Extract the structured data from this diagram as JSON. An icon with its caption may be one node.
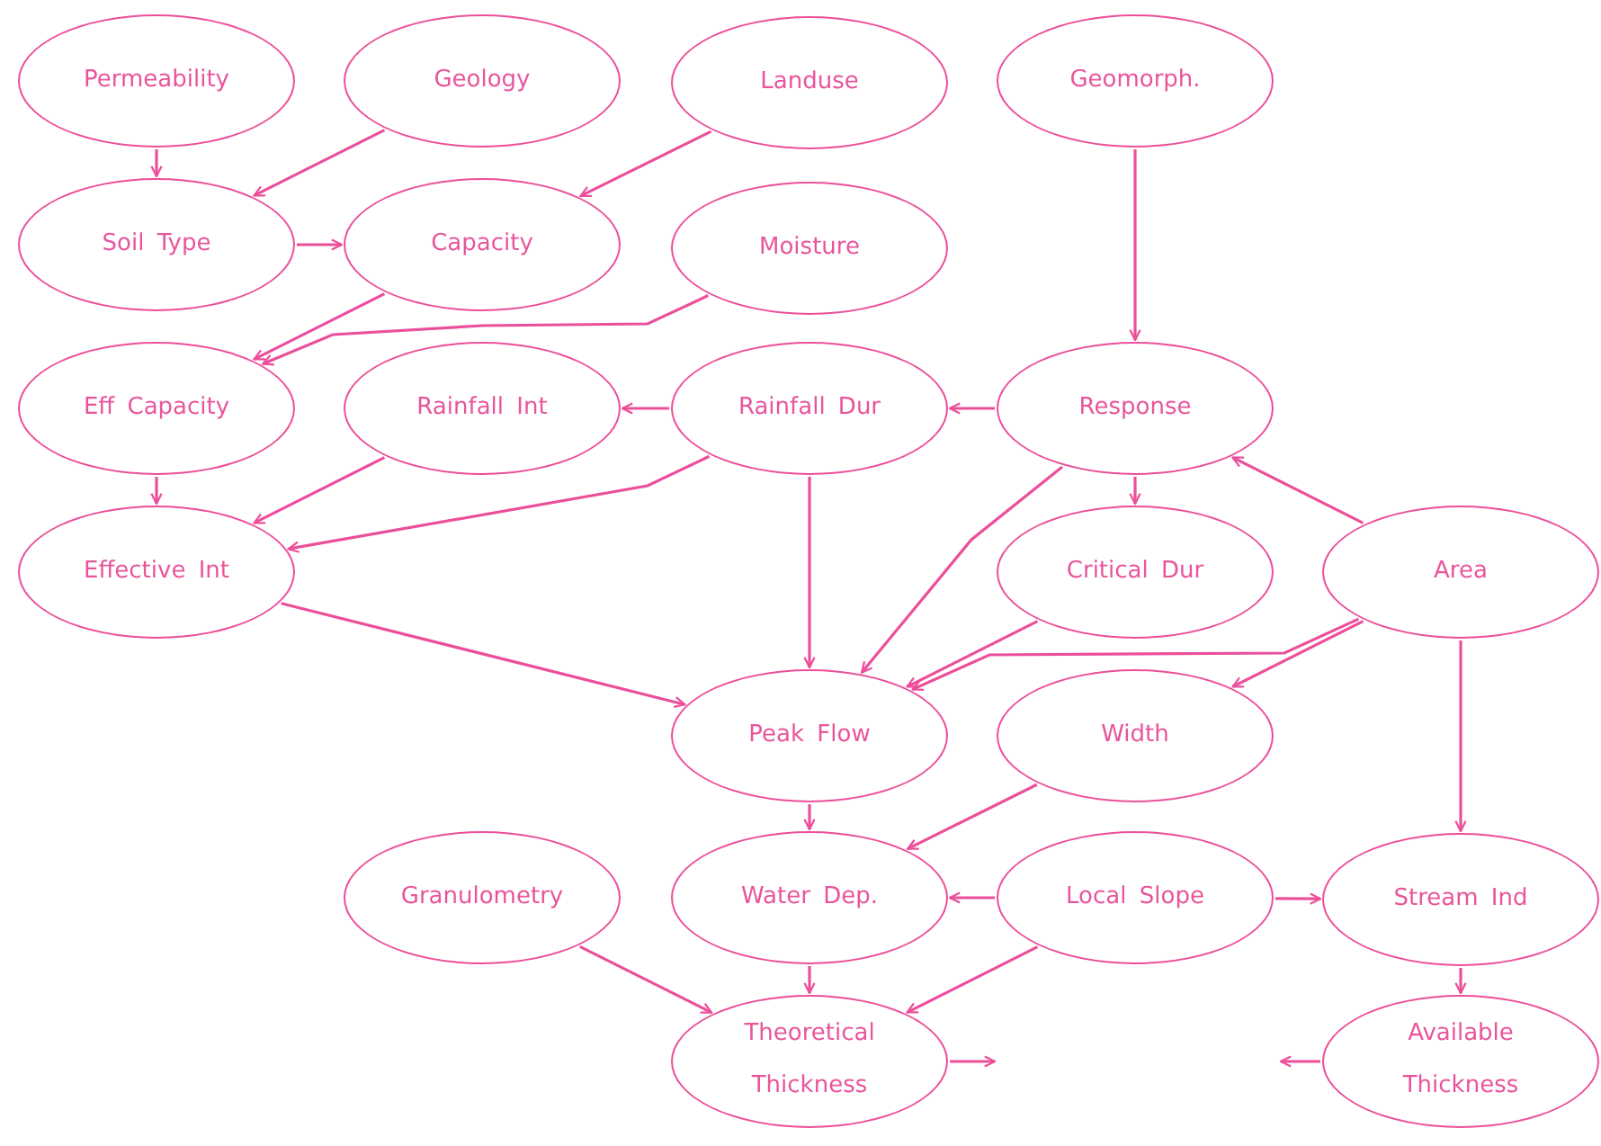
{
  "diagram": {
    "nodes": [
      {
        "text": [
          "Permeability"
        ]
      },
      {
        "text": [
          "Geology"
        ]
      },
      {
        "text": [
          "Landuse"
        ]
      },
      {
        "text": [
          "Geomorph."
        ]
      },
      {
        "text": [
          "Soil Type"
        ]
      },
      {
        "text": [
          "Capacity"
        ]
      },
      {
        "text": [
          "Moisture"
        ]
      },
      {
        "text": [
          "Eff Capacity"
        ]
      },
      {
        "text": [
          "Rainfall Int"
        ]
      },
      {
        "text": [
          "Rainfall Dur"
        ]
      },
      {
        "text": [
          "Response"
        ]
      },
      {
        "text": [
          "Effective Int"
        ]
      },
      {
        "text": [
          "Critical Dur"
        ]
      },
      {
        "text": [
          "Area"
        ]
      },
      {
        "text": [
          "Peak Flow"
        ]
      },
      {
        "text": [
          "Width"
        ]
      },
      {
        "text": [
          "Granulometry"
        ]
      },
      {
        "text": [
          "Water Dep."
        ]
      },
      {
        "text": [
          "Local Slope"
        ]
      },
      {
        "text": [
          "Stream Ind"
        ]
      },
      {
        "text": [
          "Theoretical Thickness"
        ]
      },
      {
        "text": [
          "Available Thickness"
        ]
      }
    ],
    "edges": [
      {
        "from": 0,
        "to": 4,
        "arrow": "to"
      },
      {
        "from": 1,
        "to": 4,
        "arrow": "to"
      },
      {
        "from": 2,
        "to": 5,
        "arrow": "to"
      },
      {
        "from": 4,
        "to": 5,
        "arrow": "to"
      },
      {
        "from": 5,
        "to": 7,
        "arrow": "to"
      },
      {
        "from": 6,
        "to": 7,
        "arrow": "to"
      },
      {
        "from": 3,
        "to": 10,
        "arrow": "to"
      },
      {
        "from": 10,
        "to": 9,
        "arrow": "to"
      },
      {
        "from": 9,
        "to": 8,
        "arrow": "to"
      },
      {
        "from": 7,
        "to": 11,
        "arrow": "to"
      },
      {
        "from": 8,
        "to": 11,
        "arrow": "to"
      },
      {
        "from": 9,
        "to": 11,
        "arrow": "to"
      },
      {
        "from": 9,
        "to": 14,
        "arrow": "to"
      },
      {
        "from": 10,
        "to": 14,
        "arrow": "to"
      },
      {
        "from": 10,
        "to": 12,
        "arrow": "to"
      },
      {
        "from": 13,
        "to": 10,
        "arrow": "to"
      },
      {
        "from": 12,
        "to": 14,
        "arrow": "to"
      },
      {
        "from": 13,
        "to": 14,
        "arrow": "to"
      },
      {
        "from": 13,
        "to": 15,
        "arrow": "to"
      },
      {
        "from": 13,
        "to": 19,
        "arrow": "to"
      },
      {
        "from": 11,
        "to": 14,
        "arrow": "to"
      },
      {
        "from": 14,
        "to": 17,
        "arrow": "to"
      },
      {
        "from": 15,
        "to": 17,
        "arrow": "to"
      },
      {
        "from": 18,
        "to": 17,
        "arrow": "to"
      },
      {
        "from": 18,
        "to": 19,
        "arrow": "to"
      },
      {
        "from": 16,
        "to": 20,
        "arrow": "to"
      },
      {
        "from": 17,
        "to": 20,
        "arrow": "to"
      },
      {
        "from": 18,
        "to": 20,
        "arrow": "to"
      },
      {
        "from": 19,
        "to": 21,
        "arrow": "to"
      },
      {
        "from": 20,
        "to": null,
        "arrow": "to"
      },
      {
        "from": 21,
        "to": null,
        "arrow": "to"
      }
    ]
  }
}
